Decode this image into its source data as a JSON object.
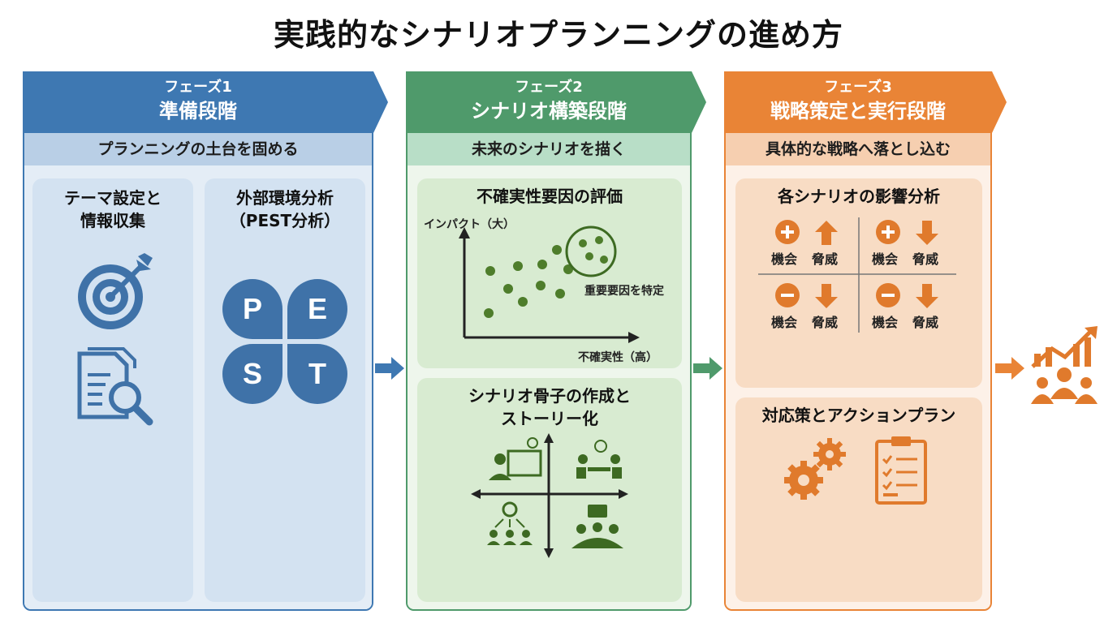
{
  "title": "実践的なシナリオプランニングの進め方",
  "colors": {
    "blue": "#3e78b2",
    "green": "#4f9a6b",
    "orange": "#e98436"
  },
  "phases": [
    {
      "label": "フェーズ1",
      "name": "準備段階",
      "band": "プランニングの土台を固める",
      "cards": [
        {
          "title_l1": "テーマ設定と",
          "title_l2": "情報収集",
          "icons": [
            "target-icon",
            "document-search-icon"
          ]
        },
        {
          "title_l1": "外部環境分析",
          "title_l2": "（PEST分析）",
          "letters": [
            "P",
            "E",
            "S",
            "T"
          ]
        }
      ]
    },
    {
      "label": "フェーズ2",
      "name": "シナリオ構築段階",
      "band": "未来のシナリオを描く",
      "cards": [
        {
          "title": "不確実性要因の評価",
          "y_axis": "インパクト（大）",
          "x_axis": "不確実性（高）",
          "annotation": "重要要因を特定"
        },
        {
          "title_l1": "シナリオ骨子の作成と",
          "title_l2": "ストーリー化"
        }
      ]
    },
    {
      "label": "フェーズ3",
      "name": "戦略策定と実行段階",
      "band": "具体的な戦略へ落とし込む",
      "cards": [
        {
          "title": "各シナリオの影響分析",
          "quadrants": [
            {
              "left": "機会",
              "right": "脅威"
            },
            {
              "left": "機会",
              "right": "脅威"
            },
            {
              "left": "機会",
              "right": "脅威"
            },
            {
              "left": "機会",
              "right": "脅威"
            }
          ]
        },
        {
          "title": "対応策とアクションプラン"
        }
      ]
    }
  ]
}
